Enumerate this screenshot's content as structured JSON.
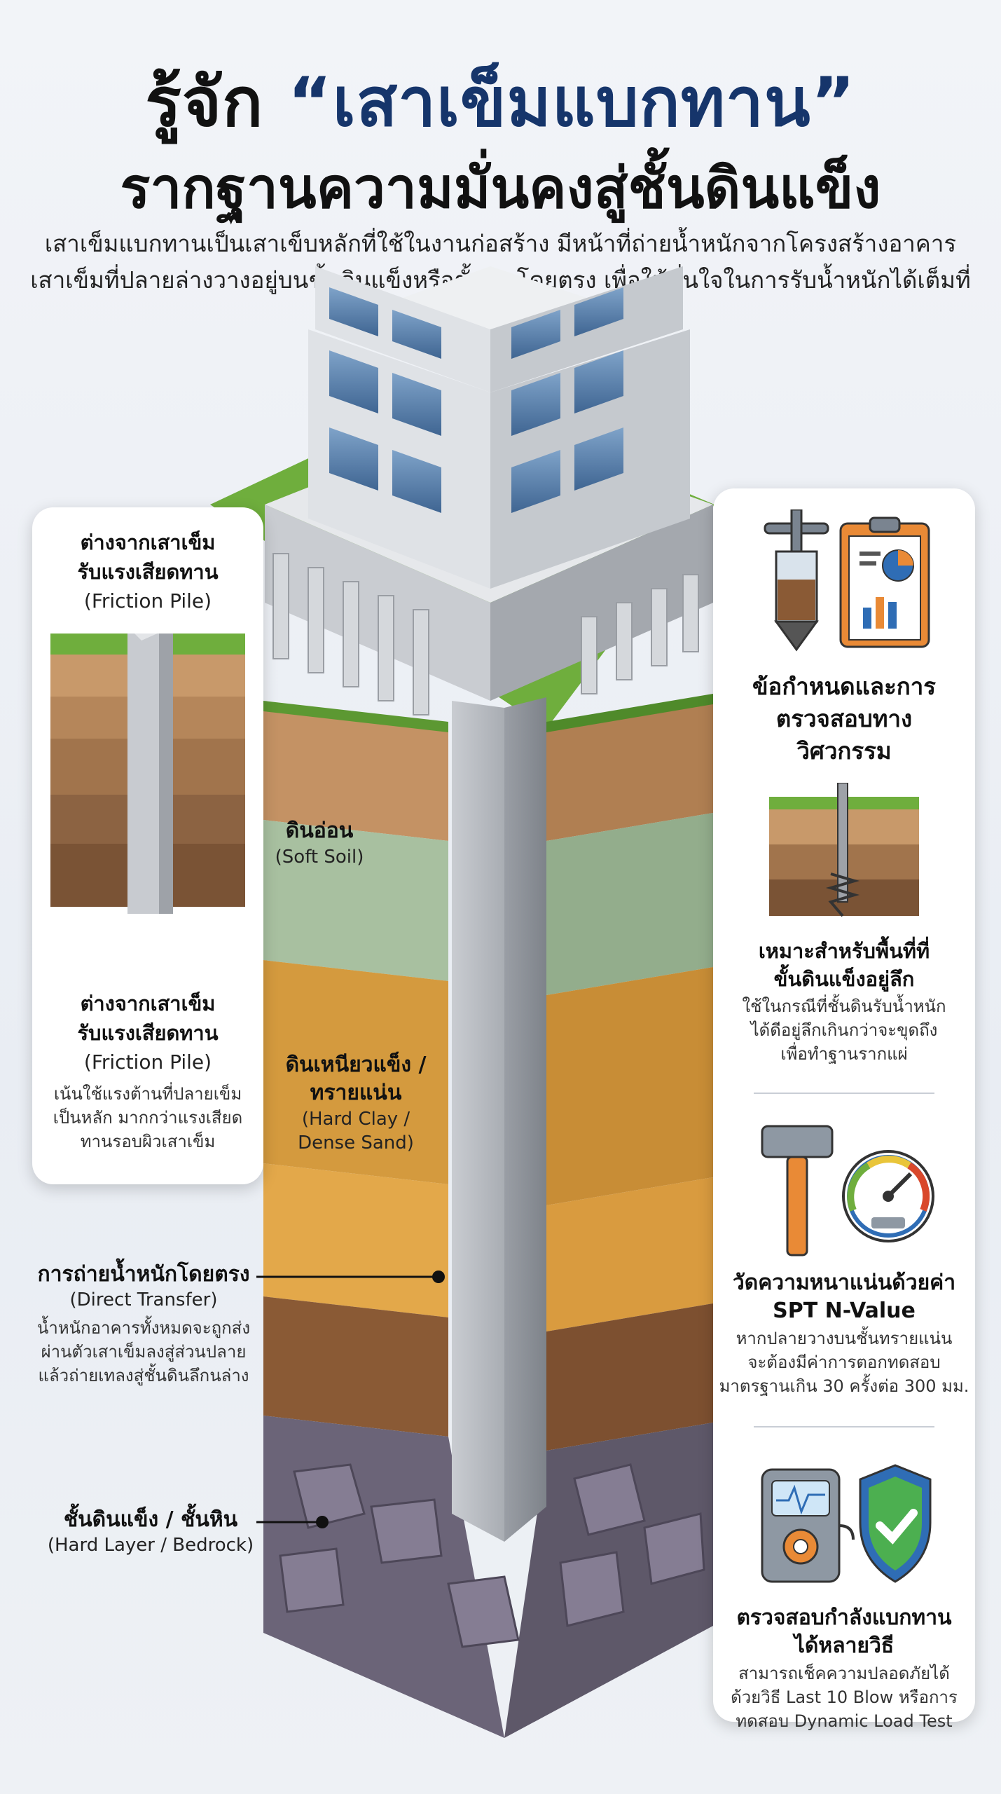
{
  "header": {
    "title_prefix": "รู้จัก",
    "title_highlight": "“เสาเข็มแบกทาน”",
    "subtitle": "รากฐานความมั่นคงสู่ชั้นดินแข็ง",
    "intro_line1": "เสาเข็มแบกทานเป็นเสาเข็บหลักที่ใช้ในงานก่อสร้าง มีหน้าที่ถ่ายน้ำหนักจากโครงสร้างอาคาร",
    "intro_line2": "เสาเข็มที่ปลายล่างวางอยู่บนชั้นดินแข็งหรือชั้นหินโดยตรง เพื่อให้มั่นใจในการรับน้ำหนักได้เต็มที่"
  },
  "left_card": {
    "top_heading_1": "ต่างจากเสาเข็ม",
    "top_heading_2": "รับแรงเสียดทาน",
    "top_sub": "(Friction Pile)",
    "heading_1": "ต่างจากเสาเข็ม",
    "heading_2": "รับแรงเสียดทาน",
    "sub": "(Friction Pile)",
    "body_1": "เน้นใช้แรงต้านที่ปลายเข็ม",
    "body_2": "เป็นหลัก มากกว่าแรงเสียด",
    "body_3": "ทานรอบผิวเสาเข็ม"
  },
  "labels": {
    "direct_heading": "การถ่ายน้ำหนักโดยตรง",
    "direct_sub": "(Direct Transfer)",
    "direct_body_1": "น้ำหนักอาคารทั้งหมดจะถูกส่ง",
    "direct_body_2": "ผ่านตัวเสาเข็มลงสู่ส่วนปลาย",
    "direct_body_3": "แล้วถ่ายเทลงสู่ชั้นดินลึกนล่าง",
    "hard_heading": "ชั้นดินแข็ง / ชั้นหิน",
    "hard_sub": "(Hard Layer / Bedrock)"
  },
  "soil_labels": {
    "soft_heading": "ดินอ่อน",
    "soft_sub": "(Soft Soil)",
    "clay_heading_1": "ดินเหนียวแข็ง /",
    "clay_heading_2": "ทรายแน่น",
    "clay_sub_1": "(Hard Clay /",
    "clay_sub_2": "Dense Sand)"
  },
  "right_card": {
    "s1_heading_1": "ข้อกำหนดและการ",
    "s1_heading_2": "ตรวจสอบทาง",
    "s1_heading_3": "วิศวกรรม",
    "s2_heading_1": "เหมาะสำหรับพื้นที่ที่",
    "s2_heading_2": "ขั้นดินแข็งอยู่ลึก",
    "s2_body_1": "ใช้ในกรณีที่ชั้นดินรับน้ำหนัก",
    "s2_body_2": "ได้ดีอยู่ลึกเกินกว่าจะขุดถึง",
    "s2_body_3": "เพื่อทำฐานรากแผ่",
    "s3_heading_1": "วัดความหนาแน่นด้วยค่า",
    "s3_heading_2": "SPT N-Value",
    "s3_body_1": "หากปลายวางบนชั้นทรายแน่น",
    "s3_body_2": "จะต้องมีค่าการตอกทดสอบ",
    "s3_body_3": "มาตรฐานเกิน 30 ครั้งต่อ 300 มม.",
    "s4_heading_1": "ตรวจสอบกำลังแบกทาน",
    "s4_heading_2": "ได้หลายวิธี",
    "s4_body_1": "สามารถเช็คความปลอดภัยได้",
    "s4_body_2": "ด้วยวิธี Last 10 Blow หรือการ",
    "s4_body_3": "ทดสอบ Dynamic Load Test"
  },
  "colors": {
    "title_accent": "#16356b",
    "grass": "#6fae3d",
    "soft_soil": "#b98a5c",
    "clay": "#9fb89a",
    "dense_sand": "#d49a3e",
    "gravel": "#8a5a35",
    "bedrock": "#6b6478",
    "pile": "#b8bcc2"
  }
}
